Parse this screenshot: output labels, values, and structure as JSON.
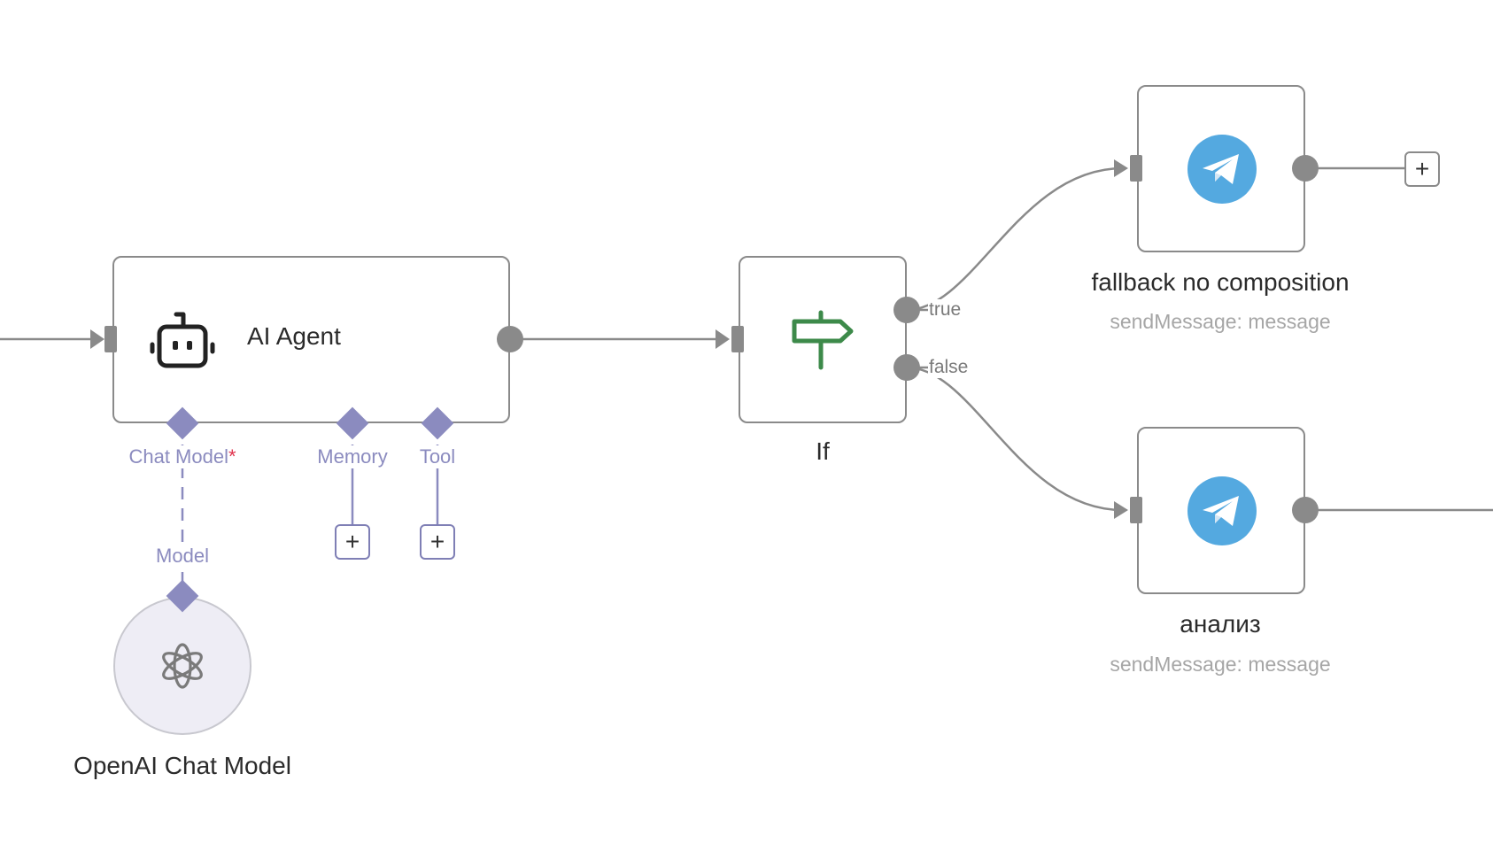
{
  "nodes": {
    "ai_agent": {
      "title": "AI Agent"
    },
    "if_node": {
      "title": "If",
      "branch_true": "true",
      "branch_false": "false"
    },
    "fallback": {
      "title": "fallback no composition",
      "subtitle": "sendMessage: message"
    },
    "analiz": {
      "title": "анализ",
      "subtitle": "sendMessage: message"
    },
    "openai_model": {
      "title": "OpenAI Chat Model"
    }
  },
  "ports": {
    "chat_model": "Chat Model",
    "chat_model_required": "*",
    "memory": "Memory",
    "tool": "Tool",
    "model": "Model"
  },
  "buttons": {
    "add_symbol": "+"
  },
  "colors": {
    "connection": "#8a8a8a",
    "ai_port": "#8b8bbf",
    "telegram": "#54a9e0",
    "if_icon": "#3d8a4a",
    "model_node_bg": "#eeedf5"
  },
  "icons": [
    "robot-icon",
    "signpost-icon",
    "telegram-icon",
    "openai-icon",
    "plus-icon"
  ]
}
